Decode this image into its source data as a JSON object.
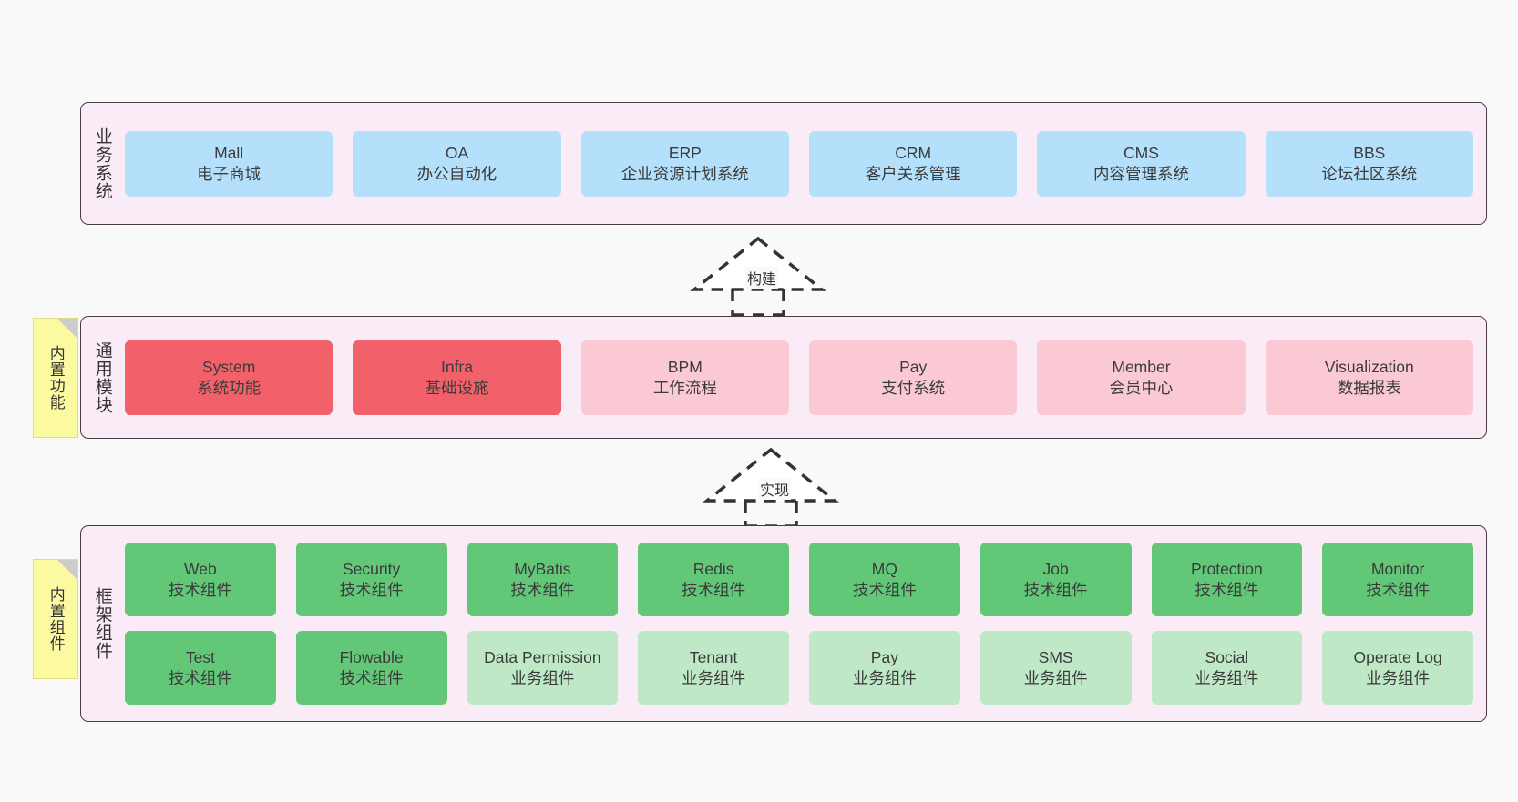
{
  "diagram": {
    "layers": [
      {
        "id": "business",
        "title": "业务系统",
        "rows": [
          {
            "cards": [
              {
                "en": "Mall",
                "cn": "电子商城",
                "style": "c-blue"
              },
              {
                "en": "OA",
                "cn": "办公自动化",
                "style": "c-blue"
              },
              {
                "en": "ERP",
                "cn": "企业资源计划系统",
                "style": "c-blue"
              },
              {
                "en": "CRM",
                "cn": "客户关系管理",
                "style": "c-blue"
              },
              {
                "en": "CMS",
                "cn": "内容管理系统",
                "style": "c-blue"
              },
              {
                "en": "BBS",
                "cn": "论坛社区系统",
                "style": "c-blue"
              }
            ]
          }
        ]
      },
      {
        "id": "modules",
        "title": "通用模块",
        "rows": [
          {
            "cards": [
              {
                "en": "System",
                "cn": "系统功能",
                "style": "c-red"
              },
              {
                "en": "Infra",
                "cn": "基础设施",
                "style": "c-red"
              },
              {
                "en": "BPM",
                "cn": "工作流程",
                "style": "c-pink"
              },
              {
                "en": "Pay",
                "cn": "支付系统",
                "style": "c-pink"
              },
              {
                "en": "Member",
                "cn": "会员中心",
                "style": "c-pink"
              },
              {
                "en": "Visualization",
                "cn": "数据报表",
                "style": "c-pink"
              }
            ]
          }
        ]
      },
      {
        "id": "framework",
        "title": "框架组件",
        "rows": [
          {
            "cards": [
              {
                "en": "Web",
                "cn": "技术组件",
                "style": "c-green"
              },
              {
                "en": "Security",
                "cn": "技术组件",
                "style": "c-green"
              },
              {
                "en": "MyBatis",
                "cn": "技术组件",
                "style": "c-green"
              },
              {
                "en": "Redis",
                "cn": "技术组件",
                "style": "c-green"
              },
              {
                "en": "MQ",
                "cn": "技术组件",
                "style": "c-green"
              },
              {
                "en": "Job",
                "cn": "技术组件",
                "style": "c-green"
              },
              {
                "en": "Protection",
                "cn": "技术组件",
                "style": "c-green"
              },
              {
                "en": "Monitor",
                "cn": "技术组件",
                "style": "c-green"
              }
            ]
          },
          {
            "cards": [
              {
                "en": "Test",
                "cn": "技术组件",
                "style": "c-green"
              },
              {
                "en": "Flowable",
                "cn": "技术组件",
                "style": "c-green"
              },
              {
                "en": "Data Permission",
                "cn": "业务组件",
                "style": "c-lightgreen"
              },
              {
                "en": "Tenant",
                "cn": "业务组件",
                "style": "c-lightgreen"
              },
              {
                "en": "Pay",
                "cn": "业务组件",
                "style": "c-lightgreen"
              },
              {
                "en": "SMS",
                "cn": "业务组件",
                "style": "c-lightgreen"
              },
              {
                "en": "Social",
                "cn": "业务组件",
                "style": "c-lightgreen"
              },
              {
                "en": "Operate Log",
                "cn": "业务组件",
                "style": "c-lightgreen"
              }
            ]
          }
        ]
      }
    ],
    "notes": [
      {
        "id": "features",
        "text": "内置功能"
      },
      {
        "id": "components",
        "text": "内置组件"
      }
    ],
    "arrows": [
      {
        "id": "build",
        "label": "构建"
      },
      {
        "id": "impl",
        "label": "实现"
      }
    ],
    "colors": {
      "layer_background": "#f9ecf6",
      "layer_border": "#4a3a44",
      "business_card": "#b5e0fb",
      "module_core_card": "#f2616a",
      "module_card": "#fbc9d3",
      "tech_component_card": "#62c878",
      "business_component_card": "#bfe8c7",
      "note": "#fbfaa1",
      "page_background": "#f9f9f9"
    }
  }
}
